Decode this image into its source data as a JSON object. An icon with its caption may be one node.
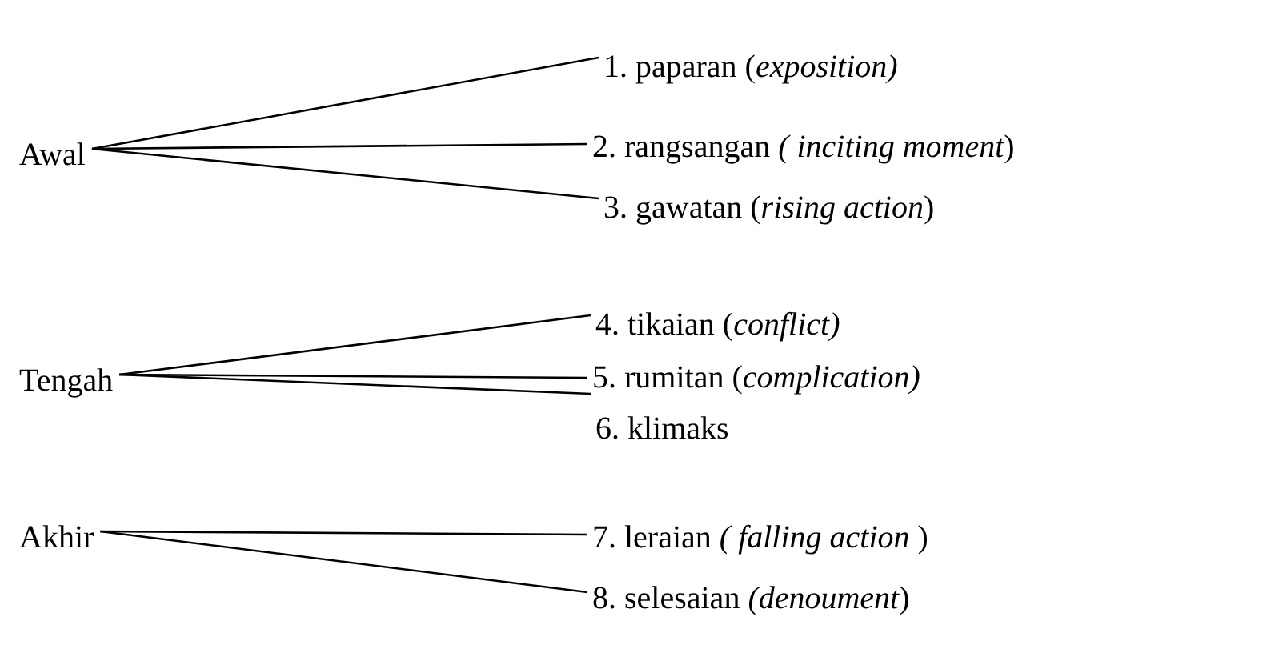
{
  "diagram": {
    "nodes": [
      {
        "text": [
          "Awal"
        ]
      },
      {
        "text": [
          "1. paparan (*exposition)*"
        ]
      },
      {
        "text": [
          "2. rangsangan *( inciting moment*)"
        ]
      },
      {
        "text": [
          "3. gawatan (*rising action*)"
        ]
      },
      {
        "text": [
          "Tengah"
        ]
      },
      {
        "text": [
          "4. tikaian (*conflict)*"
        ]
      },
      {
        "text": [
          "5. rumitan (*complication)*"
        ]
      },
      {
        "text": [
          "6. klimaks"
        ]
      },
      {
        "text": [
          "Akhir"
        ]
      },
      {
        "text": [
          "7. leraian *( falling action* )"
        ]
      },
      {
        "text": [
          "8. selesaian *(denoument*)"
        ]
      }
    ],
    "edges": [
      {
        "from": 0,
        "to": 1,
        "arrow": "none"
      },
      {
        "from": 0,
        "to": 2,
        "arrow": "none"
      },
      {
        "from": 0,
        "to": 3,
        "arrow": "none"
      },
      {
        "from": 4,
        "to": 5,
        "arrow": "none"
      },
      {
        "from": 4,
        "to": 6,
        "arrow": "none"
      },
      {
        "from": 4,
        "to": 7,
        "arrow": "none"
      },
      {
        "from": 8,
        "to": 9,
        "arrow": "none"
      },
      {
        "from": 8,
        "to": 10,
        "arrow": "none"
      }
    ]
  }
}
